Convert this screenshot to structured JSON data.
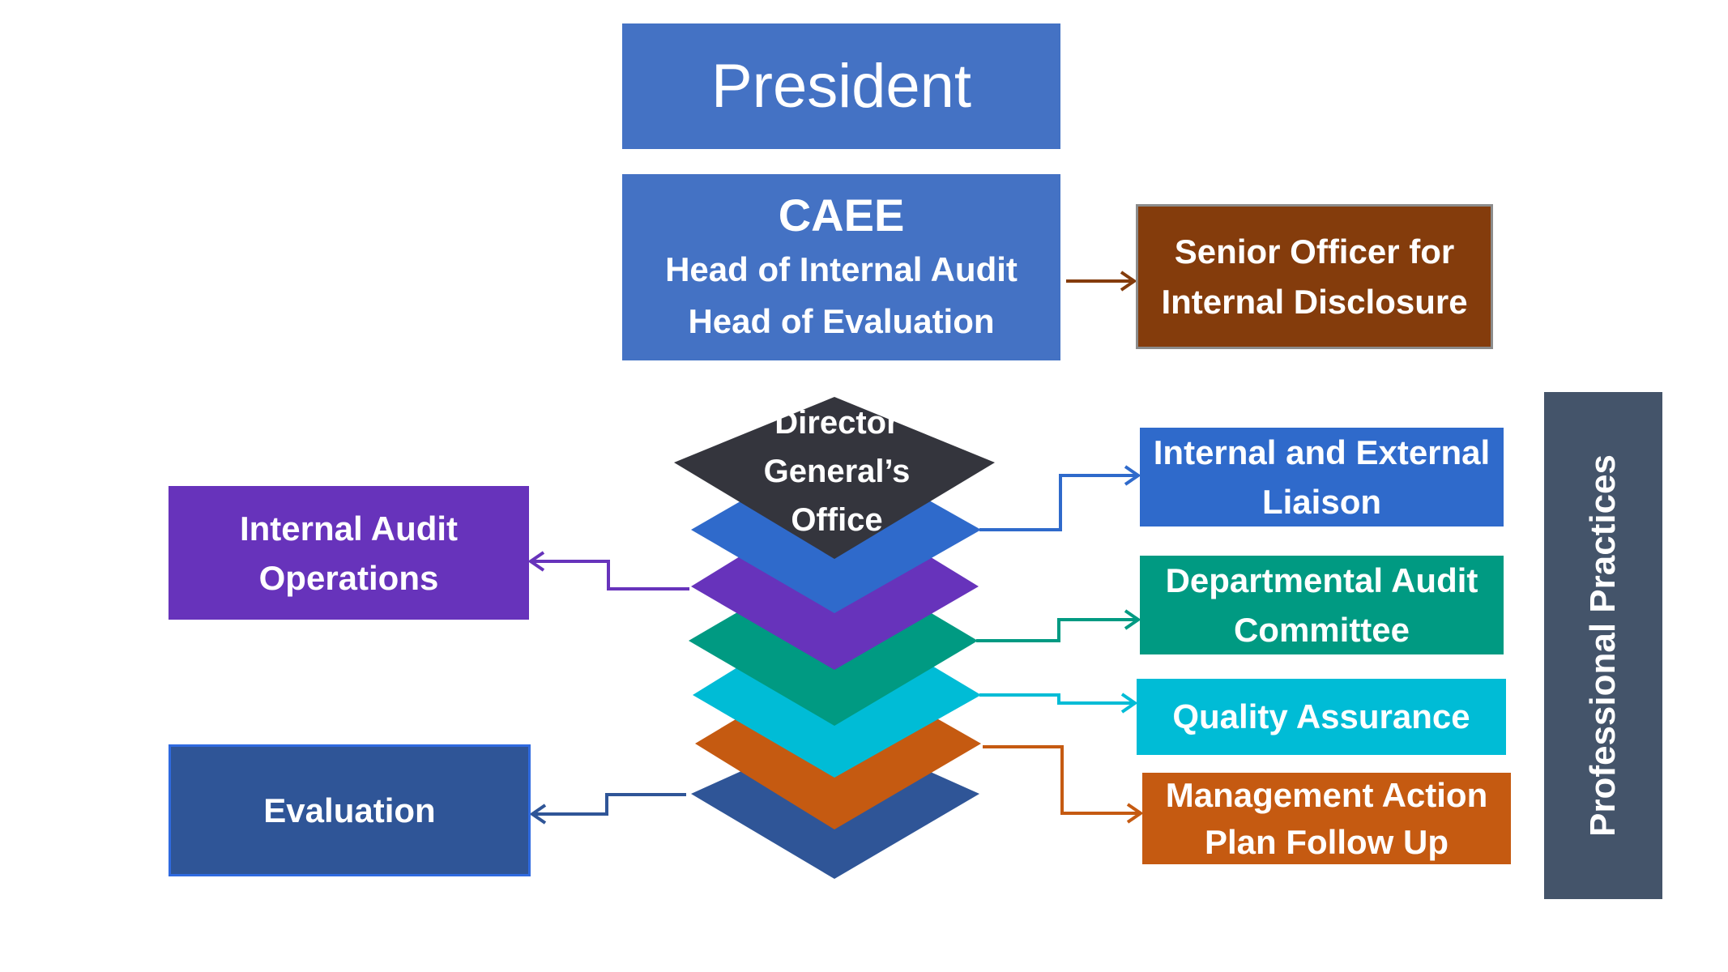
{
  "president": {
    "label": "President"
  },
  "caee": {
    "title": "CAEE",
    "line1": "Head of Internal Audit",
    "line2": "Head of Evaluation"
  },
  "senior_officer": {
    "line1": "Senior Officer for",
    "line2": "Internal Disclosure"
  },
  "director_general": {
    "line1": "Director",
    "line2": "General’s",
    "line3": "Office"
  },
  "internal_audit_operations": {
    "line1": "Internal Audit",
    "line2": "Operations"
  },
  "evaluation": {
    "label": "Evaluation"
  },
  "liaison": {
    "line1": "Internal and External",
    "line2": "Liaison"
  },
  "dac": {
    "line1": "Departmental Audit",
    "line2": "Committee"
  },
  "quality_assurance": {
    "label": "Quality Assurance"
  },
  "management_action": {
    "line1": "Management Action",
    "line2": "Plan Follow Up"
  },
  "professional_practices": {
    "label": "Professional Practices"
  },
  "colors": {
    "blue": "#4472C4",
    "brown": "#843C0C",
    "dark": "#34353D",
    "royal": "#2F6ACB",
    "purple": "#6733BB",
    "teal": "#009A82",
    "cyan": "#00BCD6",
    "orange": "#C55A11",
    "navy": "#2F5597",
    "slate": "#44546A"
  }
}
